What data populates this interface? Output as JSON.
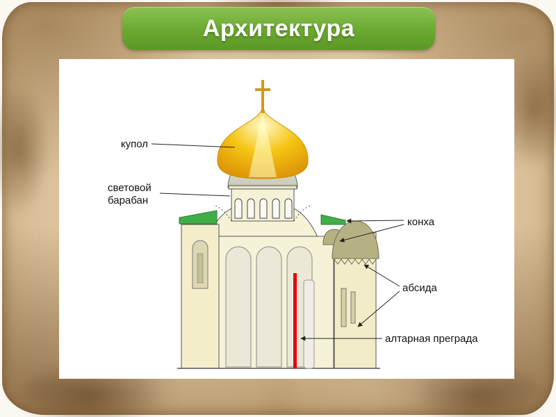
{
  "slide": {
    "title": "Архитектура"
  },
  "diagram": {
    "labels": {
      "kupol": "купол",
      "drum1": "световой",
      "drum2": "барабан",
      "konkha": "конха",
      "absida": "абсида",
      "altar": "алтарная преграда"
    },
    "colors": {
      "banner_green": "#6aa92f",
      "dome_gold": "#f5c514",
      "roof_green": "#3fae49",
      "conch_olive": "#b5b183",
      "altar_red": "#e30613",
      "wall_cream": "#f6f2d8"
    }
  }
}
